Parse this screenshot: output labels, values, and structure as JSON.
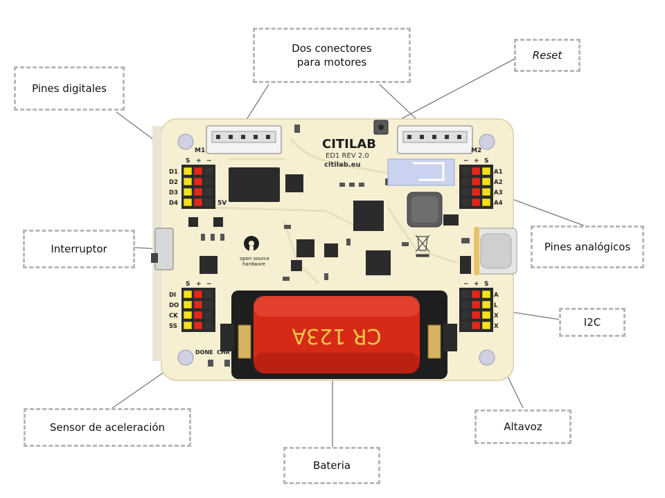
{
  "board": {
    "brand": "CITILAB",
    "revision": "ED1 REV 2.0",
    "website": "citilab.eu",
    "logo_text_1": "open source",
    "logo_text_2": "hardware",
    "motor_left": "M1",
    "motor_right": "M2",
    "five_v": "5V",
    "header_sign_labels": [
      "S",
      "+",
      "−"
    ],
    "header_sign_labels_right": [
      "−",
      "+",
      "S"
    ],
    "digital_pins": [
      "D1",
      "D2",
      "D3",
      "D4"
    ],
    "analog_pins": [
      "A1",
      "A2",
      "A3",
      "A4"
    ],
    "spi_pins": [
      "DI",
      "DO",
      "CK",
      "SS"
    ],
    "i2c_pins": [
      "A",
      "L",
      "X",
      "X"
    ],
    "led_labels": [
      "DONE",
      "CHR"
    ],
    "battery_label": "CR 123A",
    "colors": {
      "pcb": "#f6efd2",
      "header_red": "#e52619",
      "header_yellow": "#f4e21a",
      "battery": "#d62a17"
    }
  },
  "callouts": {
    "pines_digitales": "Pines digitales",
    "dos_conectores": "Dos conectores\npara motores",
    "reset": "Reset",
    "interruptor": "Interruptor",
    "pines_analogicos": "Pines analógicos",
    "i2c": "I2C",
    "sensor": "Sensor de aceleración",
    "altavoz": "Altavoz",
    "bateria": "Bateria"
  }
}
